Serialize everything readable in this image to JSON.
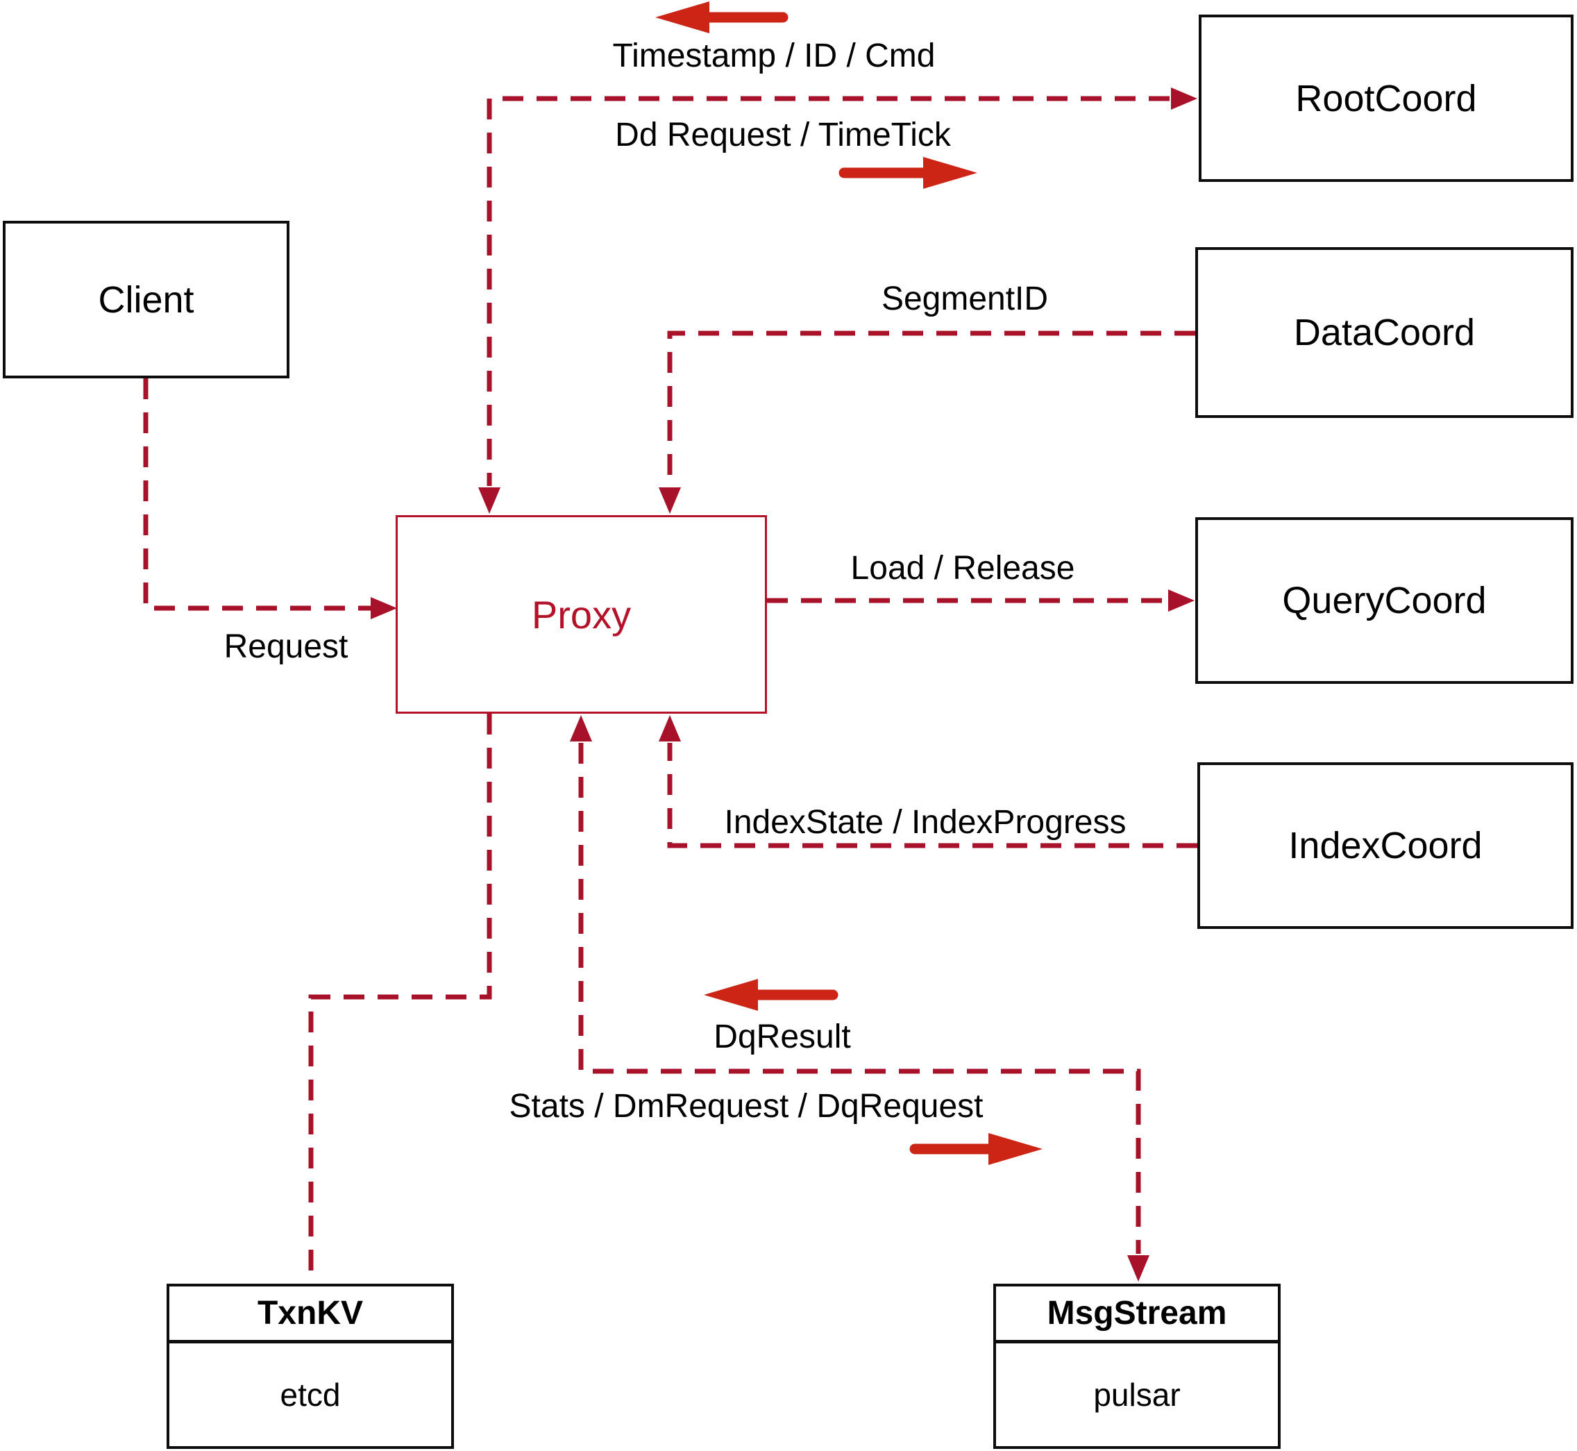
{
  "colors": {
    "connector": "#a8112a",
    "solid_arrow": "#cc2516",
    "proxy_accent": "#b41229",
    "node_border": "#0d0d0d",
    "text": "#000000",
    "background": "#ffffff"
  },
  "nodes": {
    "client": {
      "label": "Client"
    },
    "proxy": {
      "label": "Proxy"
    },
    "root_coord": {
      "label": "RootCoord"
    },
    "data_coord": {
      "label": "DataCoord"
    },
    "query_coord": {
      "label": "QueryCoord"
    },
    "index_coord": {
      "label": "IndexCoord"
    },
    "txn_kv": {
      "title": "TxnKV",
      "impl": "etcd"
    },
    "msg_stream": {
      "title": "MsgStream",
      "impl": "pulsar"
    }
  },
  "edge_labels": {
    "request": "Request",
    "timestamp_id_cmd": "Timestamp / ID / Cmd",
    "dd_request_timetick": "Dd Request / TimeTick",
    "segment_id": "SegmentID",
    "load_release": "Load / Release",
    "index_state_progress": "IndexState / IndexProgress",
    "dq_result": "DqResult",
    "stats_dm_dq": "Stats / DmRequest / DqRequest"
  }
}
